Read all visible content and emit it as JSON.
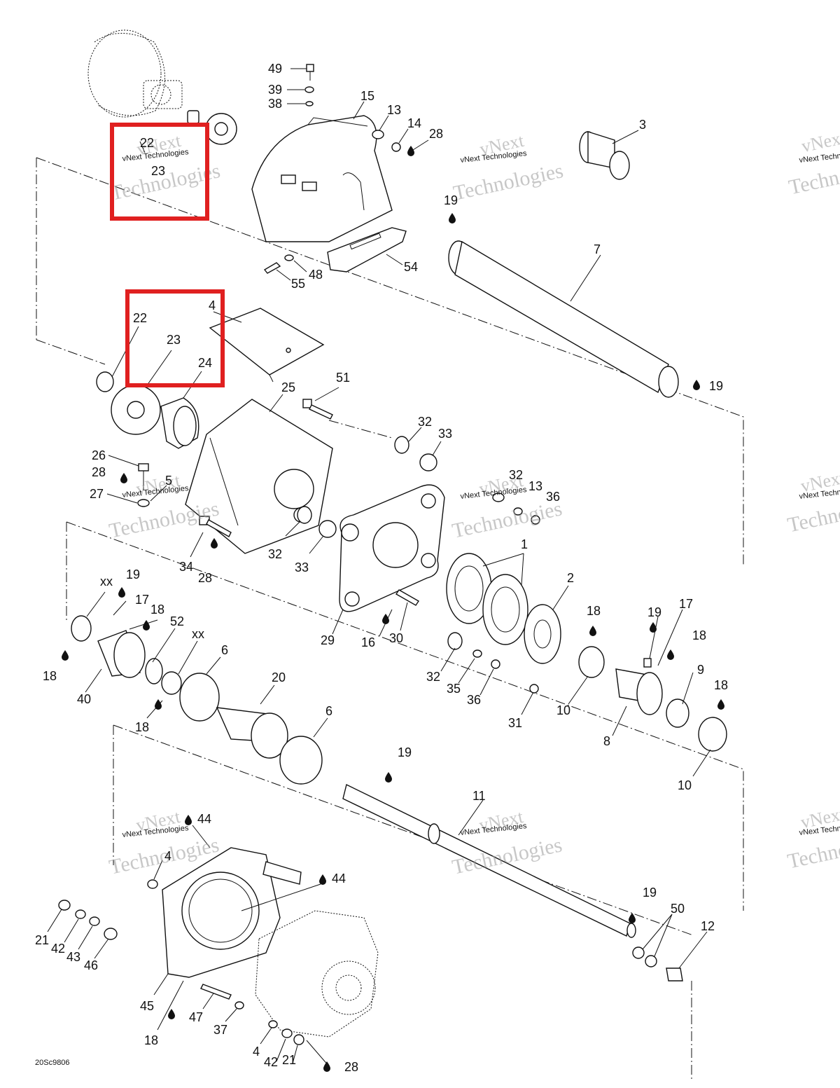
{
  "diagram": {
    "reference_code": "20Sc9806",
    "watermark_line1": "vNext",
    "watermark_line2": "vNext Technologies",
    "watermark_line3": "Technologies",
    "highlight_color": "#e02020",
    "line_color": "#111111",
    "callouts": {
      "c49": "49",
      "c39": "39",
      "c38": "38",
      "c15": "15",
      "c13a": "13",
      "c14": "14",
      "c28a": "28",
      "c3": "3",
      "c19a": "19",
      "c7": "7",
      "c19b": "19",
      "c54": "54",
      "c48": "48",
      "c55": "55",
      "c22a": "22",
      "c23a": "23",
      "c4a": "4",
      "c22b": "22",
      "c23b": "23",
      "c24": "24",
      "c25": "25",
      "c51": "51",
      "c32a": "32",
      "c33a": "33",
      "c26": "26",
      "c28b": "28",
      "c5": "5",
      "c27": "27",
      "c32b": "32",
      "c13b": "13",
      "c36a": "36",
      "c34": "34",
      "c28c": "28",
      "c32c": "32",
      "c33b": "33",
      "c1": "1",
      "c2": "2",
      "cxx1": "xx",
      "c19c": "19",
      "c17a": "17",
      "c18a": "18",
      "c52": "52",
      "cxx2": "xx",
      "c18b": "18",
      "c40": "40",
      "c6a": "6",
      "c18c": "18",
      "c20": "20",
      "c6b": "6",
      "c29": "29",
      "c16": "16",
      "c30": "30",
      "c32d": "32",
      "c35": "35",
      "c36b": "36",
      "c31": "31",
      "c18d": "18",
      "c19d": "19",
      "c17b": "17",
      "c18e": "18",
      "c10a": "10",
      "c8": "8",
      "c9": "9",
      "c18f": "18",
      "c10b": "10",
      "c19e": "19",
      "c11": "11",
      "c44a": "44",
      "c4b": "4",
      "c44b": "44",
      "c19f": "19",
      "c50": "50",
      "c12": "12",
      "c21a": "21",
      "c42a": "42",
      "c43": "43",
      "c46": "46",
      "c45": "45",
      "c47": "47",
      "c37": "37",
      "c18g": "18",
      "c4c": "4",
      "c42b": "42",
      "c21b": "21",
      "c28d": "28"
    }
  }
}
